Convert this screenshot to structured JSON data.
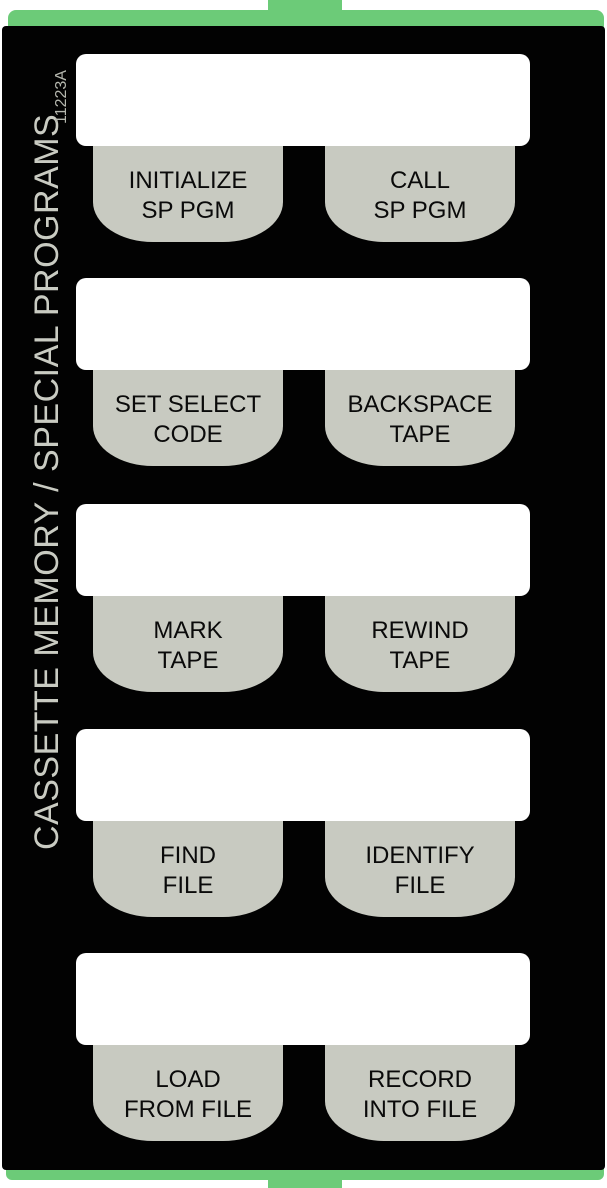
{
  "title": "CASSETTE MEMORY / SPECIAL PROGRAMS",
  "part_number": "11223A",
  "rows": [
    {
      "left": [
        "INITIALIZE",
        "SP PGM"
      ],
      "right": [
        "CALL",
        "SP PGM"
      ]
    },
    {
      "left": [
        "SET SELECT",
        "CODE"
      ],
      "right": [
        "BACKSPACE",
        "TAPE"
      ]
    },
    {
      "left": [
        "MARK",
        "TAPE"
      ],
      "right": [
        "REWIND",
        "TAPE"
      ]
    },
    {
      "left": [
        "FIND",
        "FILE"
      ],
      "right": [
        "IDENTIFY",
        "FILE"
      ]
    },
    {
      "left": [
        "LOAD",
        "FROM FILE"
      ],
      "right": [
        "RECORD",
        "INTO FILE"
      ]
    }
  ],
  "colors": {
    "panel": "#020202",
    "key": "#c8cac1",
    "edge": "#6ccb78",
    "text": "#c9cbc2"
  }
}
